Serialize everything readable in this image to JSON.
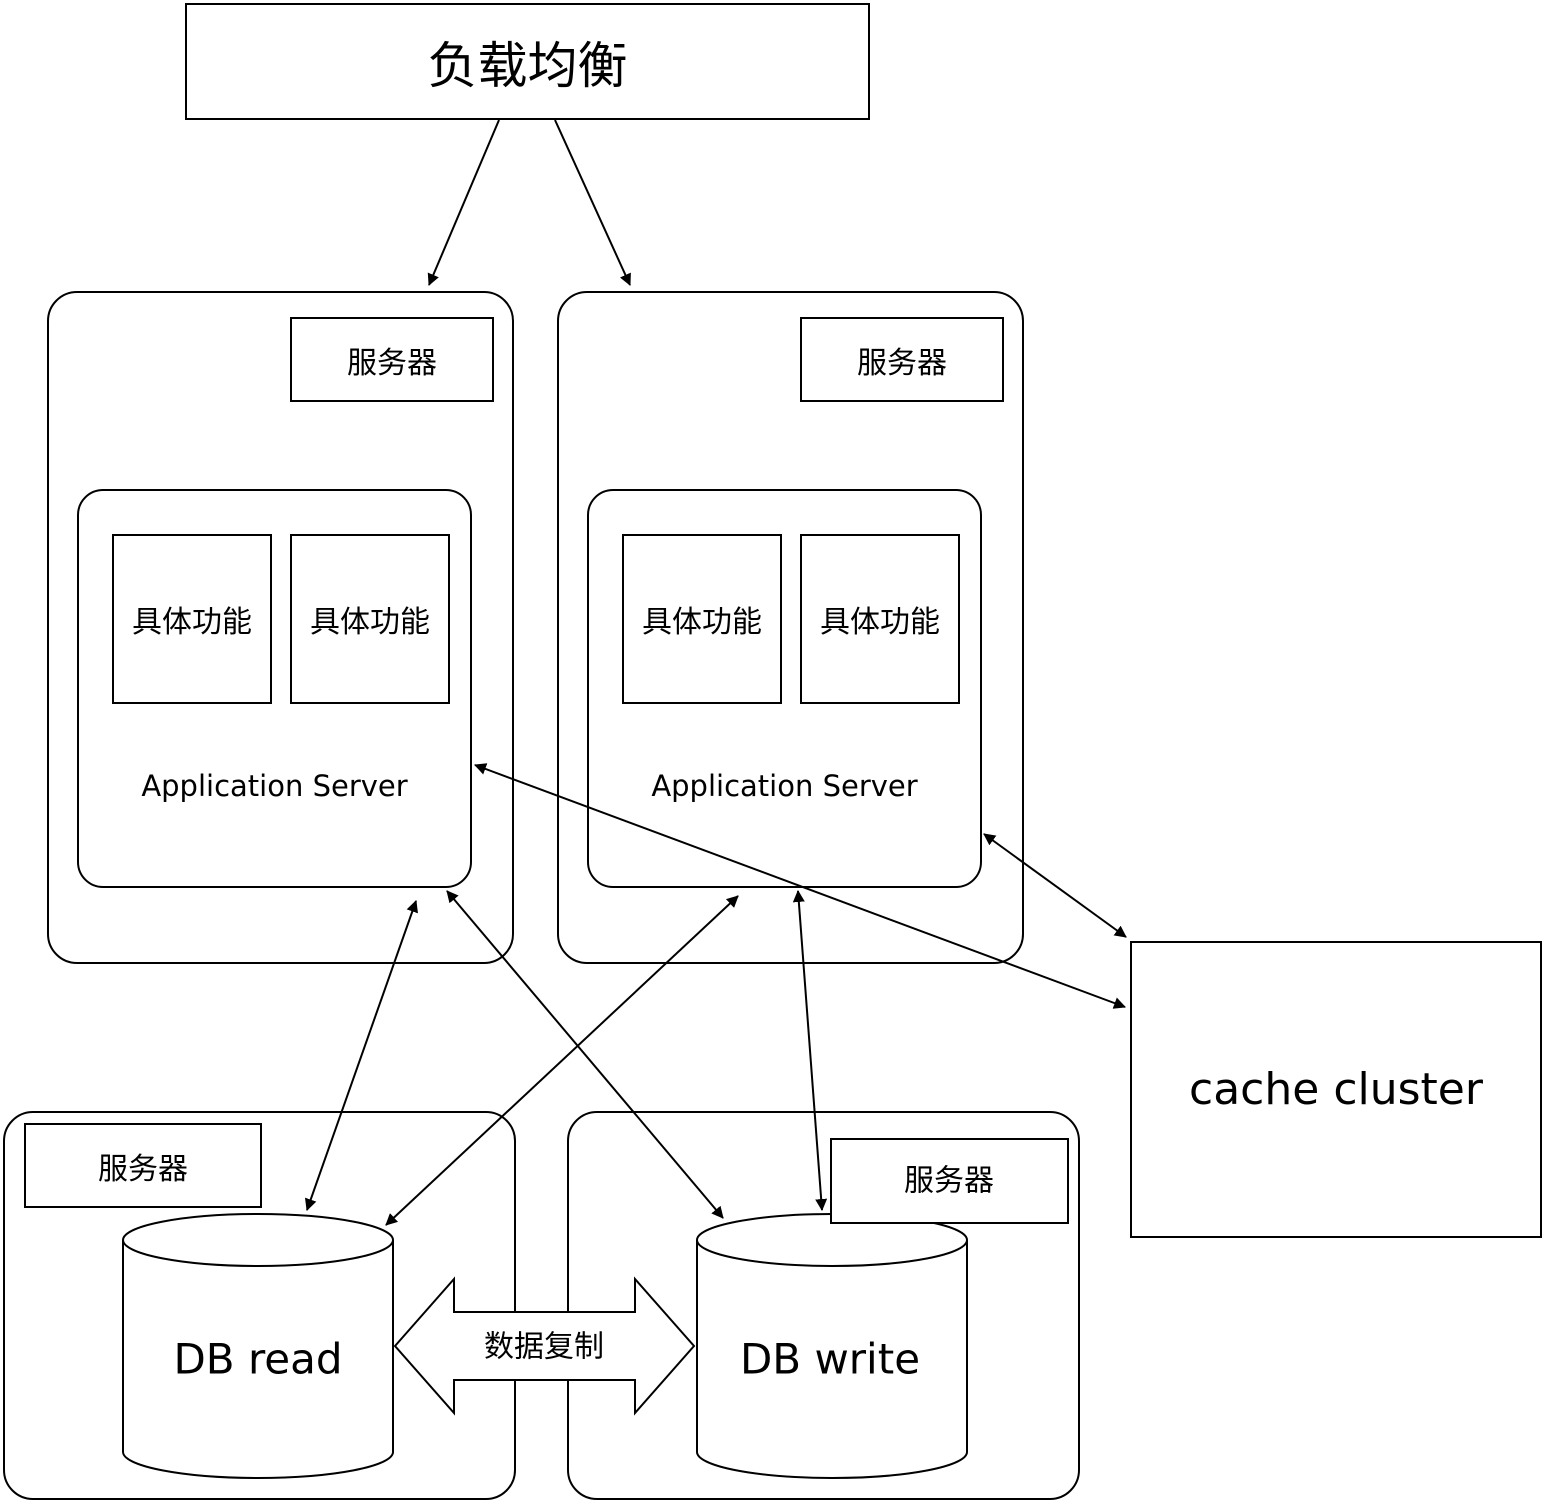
{
  "load_balancer": {
    "label": "负载均衡"
  },
  "servers": [
    {
      "server_label": "服务器",
      "app_server_label": "Application Server",
      "functions": [
        "具体功能",
        "具体功能"
      ]
    },
    {
      "server_label": "服务器",
      "app_server_label": "Application Server",
      "functions": [
        "具体功能",
        "具体功能"
      ]
    }
  ],
  "db_read": {
    "server_label": "服务器",
    "label": "DB read"
  },
  "db_write": {
    "server_label": "服务器",
    "label": "DB write"
  },
  "replication": {
    "label": "数据复制"
  },
  "cache": {
    "label": "cache cluster"
  },
  "colors": {
    "stroke": "#000000",
    "background": "#ffffff"
  }
}
